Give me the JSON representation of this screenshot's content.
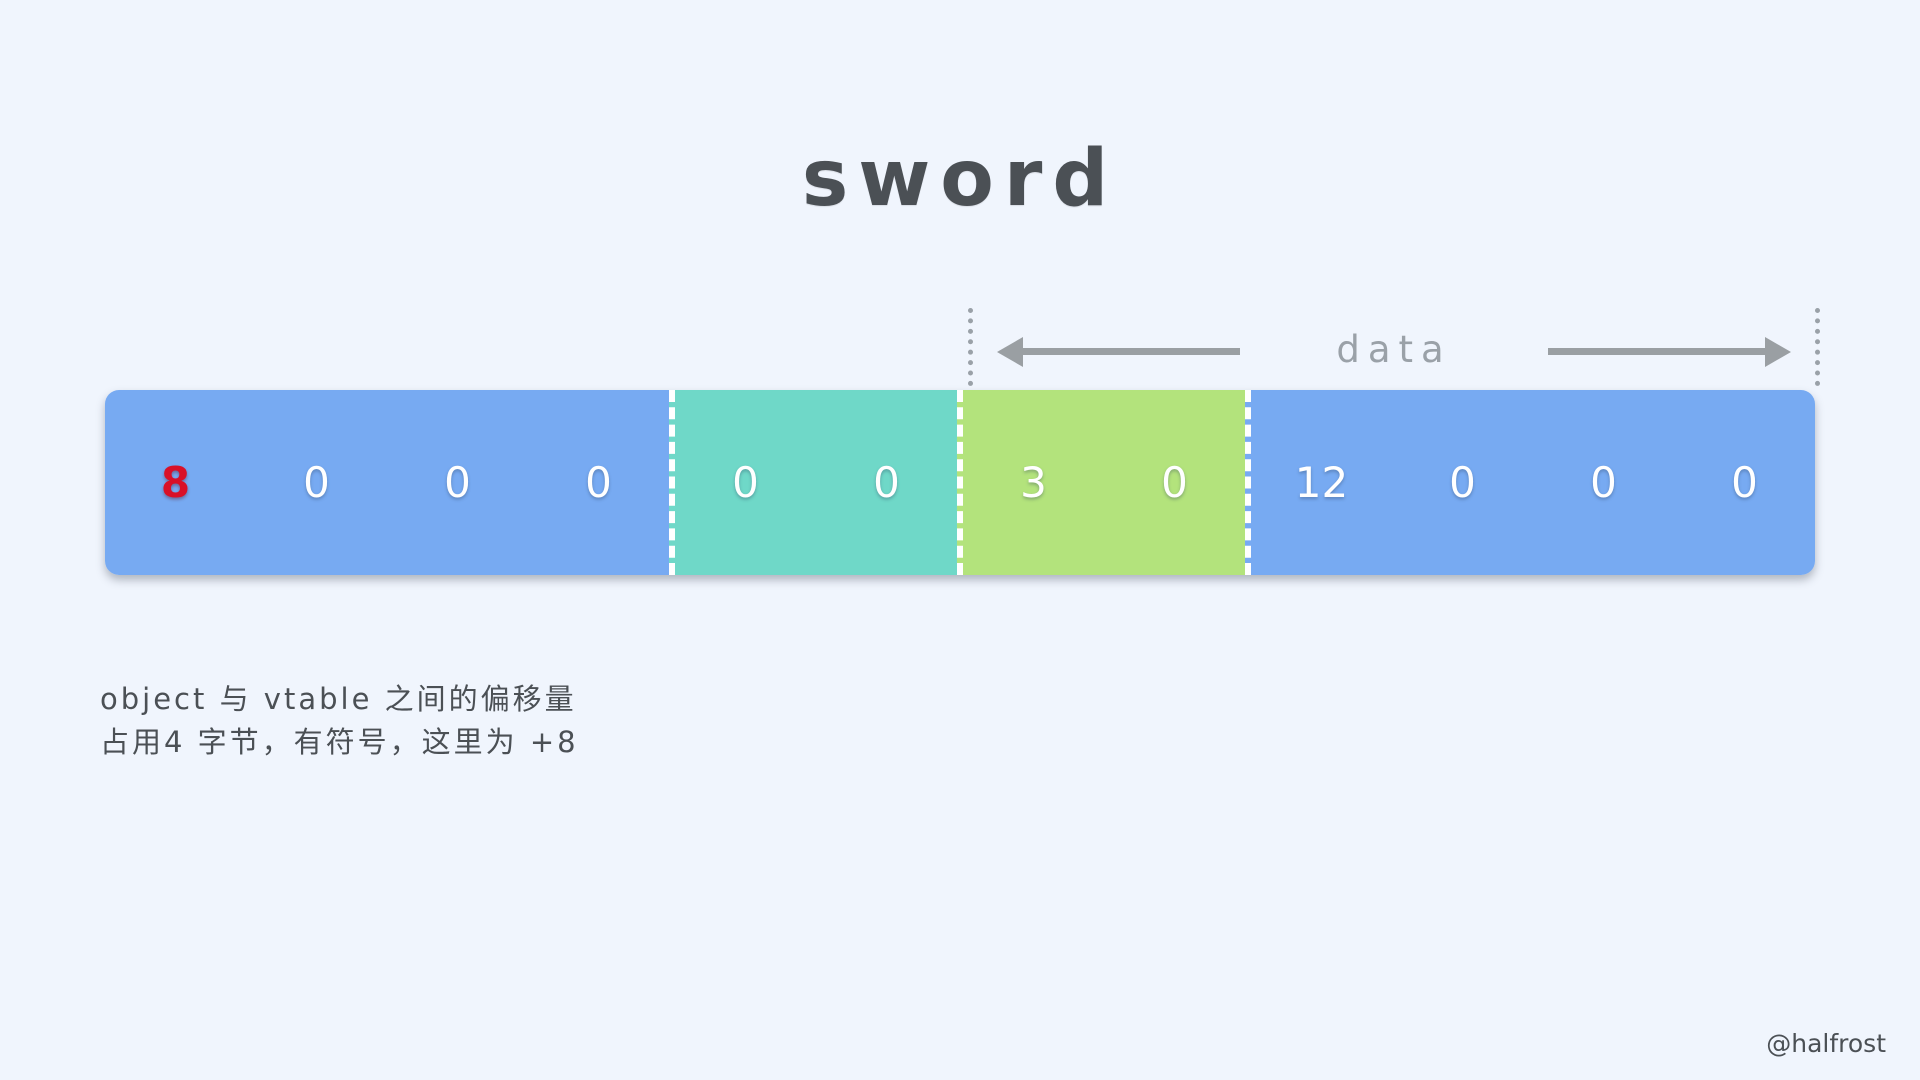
{
  "background_color": "#f0f5fd",
  "title": {
    "text": "sword",
    "color": "#4b5055"
  },
  "annotation": {
    "data_label": "data",
    "left_arrow_icon": "arrow-left-icon",
    "right_arrow_icon": "arrow-right-icon",
    "guide_color": "#9aa1a8",
    "arrow_color": "#9a9fa3"
  },
  "memory_bar": {
    "segments": [
      {
        "name": "object-offset-field",
        "color": "#77aaf2",
        "cells": [
          {
            "value": "8",
            "accent": true
          },
          {
            "value": "0",
            "accent": false
          },
          {
            "value": "0",
            "accent": false
          },
          {
            "value": "0",
            "accent": false
          }
        ]
      },
      {
        "name": "teal-field",
        "color": "#6fd8c8",
        "cells": [
          {
            "value": "0",
            "accent": false
          },
          {
            "value": "0",
            "accent": false
          }
        ]
      },
      {
        "name": "green-field",
        "color": "#b3e37c",
        "cells": [
          {
            "value": "3",
            "accent": false
          },
          {
            "value": "0",
            "accent": false
          }
        ]
      },
      {
        "name": "data-field",
        "color": "#77aaf2",
        "cells": [
          {
            "value": "12",
            "accent": false
          },
          {
            "value": "0",
            "accent": false
          },
          {
            "value": "0",
            "accent": false
          },
          {
            "value": "0",
            "accent": false
          }
        ]
      }
    ],
    "accent_color": "#d91028",
    "cell_text_color": "#ffffff",
    "divider_color": "#ffffff"
  },
  "caption": {
    "line1": "object 与 vtable 之间的偏移量",
    "line2": "占用4 字节，有符号，这里为 +8"
  },
  "watermark": {
    "text": "@halfrost"
  }
}
